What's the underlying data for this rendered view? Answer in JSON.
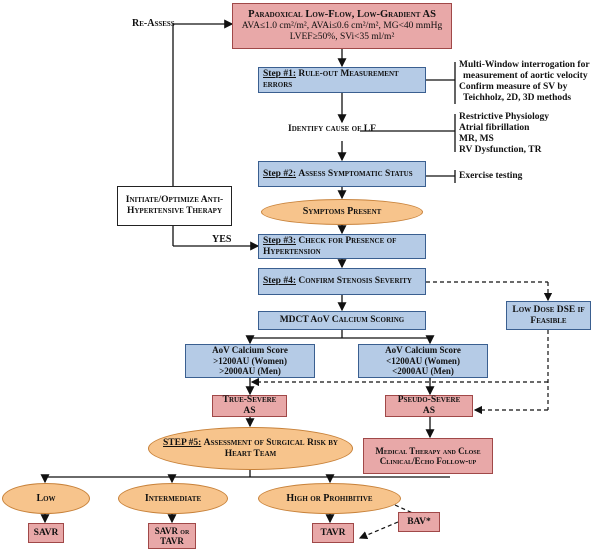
{
  "top": {
    "title": "Paradoxical Low-Flow, Low-Gradient AS",
    "line1": "AVA≤1.0 cm²/m², AVAi≤0.6 cm²/m², MG<40 mmHg",
    "line2": "LVEF≥50%, SVi<35 ml/m²"
  },
  "reassess": "Re-Assess",
  "step1": {
    "label": "Step #1:",
    "text": "Rule-out Measurement errors"
  },
  "step1_notes": [
    "Multi-Window interrogation for",
    "measurement of aortic velocity",
    "Confirm measure of SV by",
    "Teichholz, 2D, 3D methods"
  ],
  "identify": "Identify cause of LF",
  "identify_notes": [
    "Restrictive Physiology",
    "Atrial fibrillation",
    "MR, MS",
    "RV Dysfunction, TR"
  ],
  "step2": {
    "label": "Step #2:",
    "text": "Assess Symptomatic Status"
  },
  "step2_note": "Exercise testing",
  "initiate": "Initiate/Optimize Anti-Hypertensive Therapy",
  "symptoms": "Symptoms Present",
  "yes": "YES",
  "step3": {
    "label": "Step #3:",
    "text": "Check for Presence of Hypertension"
  },
  "step4": {
    "label": "Step #4:",
    "text": "Confirm Stenosis Severity"
  },
  "dse": "Low Dose DSE if Feasible",
  "mdct": "MDCT AoV Calcium Scoring",
  "calc_high": [
    "AoV Calcium Score",
    ">1200AU (Women)",
    ">2000AU (Men)"
  ],
  "calc_low": [
    "AoV Calcium Score",
    "<1200AU (Women)",
    "<2000AU (Men)"
  ],
  "true_severe": "True-Severe AS",
  "pseudo_severe": "Pseudo-Severe AS",
  "medical": "Medical Therapy and Close Clinical/Echo Follow-up",
  "step5": {
    "label": "STEP #5:",
    "text": "Assessment of Surgical Risk by Heart Team"
  },
  "risk_low": "Low",
  "risk_int": "Intermediate",
  "risk_high": "High or Prohibitive",
  "savr": "SAVR",
  "savr_tavr": "SAVR or TAVR",
  "tavr": "TAVR",
  "bav": "BAV*"
}
